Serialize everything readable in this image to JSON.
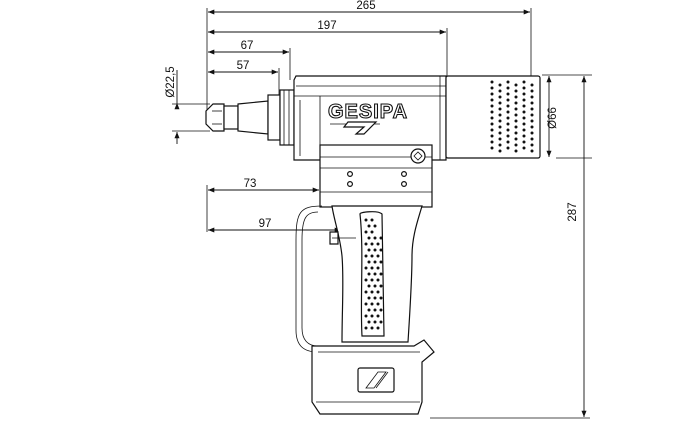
{
  "diagram": {
    "brand": "GESIPA",
    "dimensions": {
      "overall_length": "265",
      "body_length": "197",
      "nose_length_1": "67",
      "nose_length_2": "57",
      "nose_diameter": "Ø22,5",
      "head_diameter": "Ø66",
      "handle_offset_1": "73",
      "handle_offset_2": "97",
      "overall_height": "287"
    }
  }
}
